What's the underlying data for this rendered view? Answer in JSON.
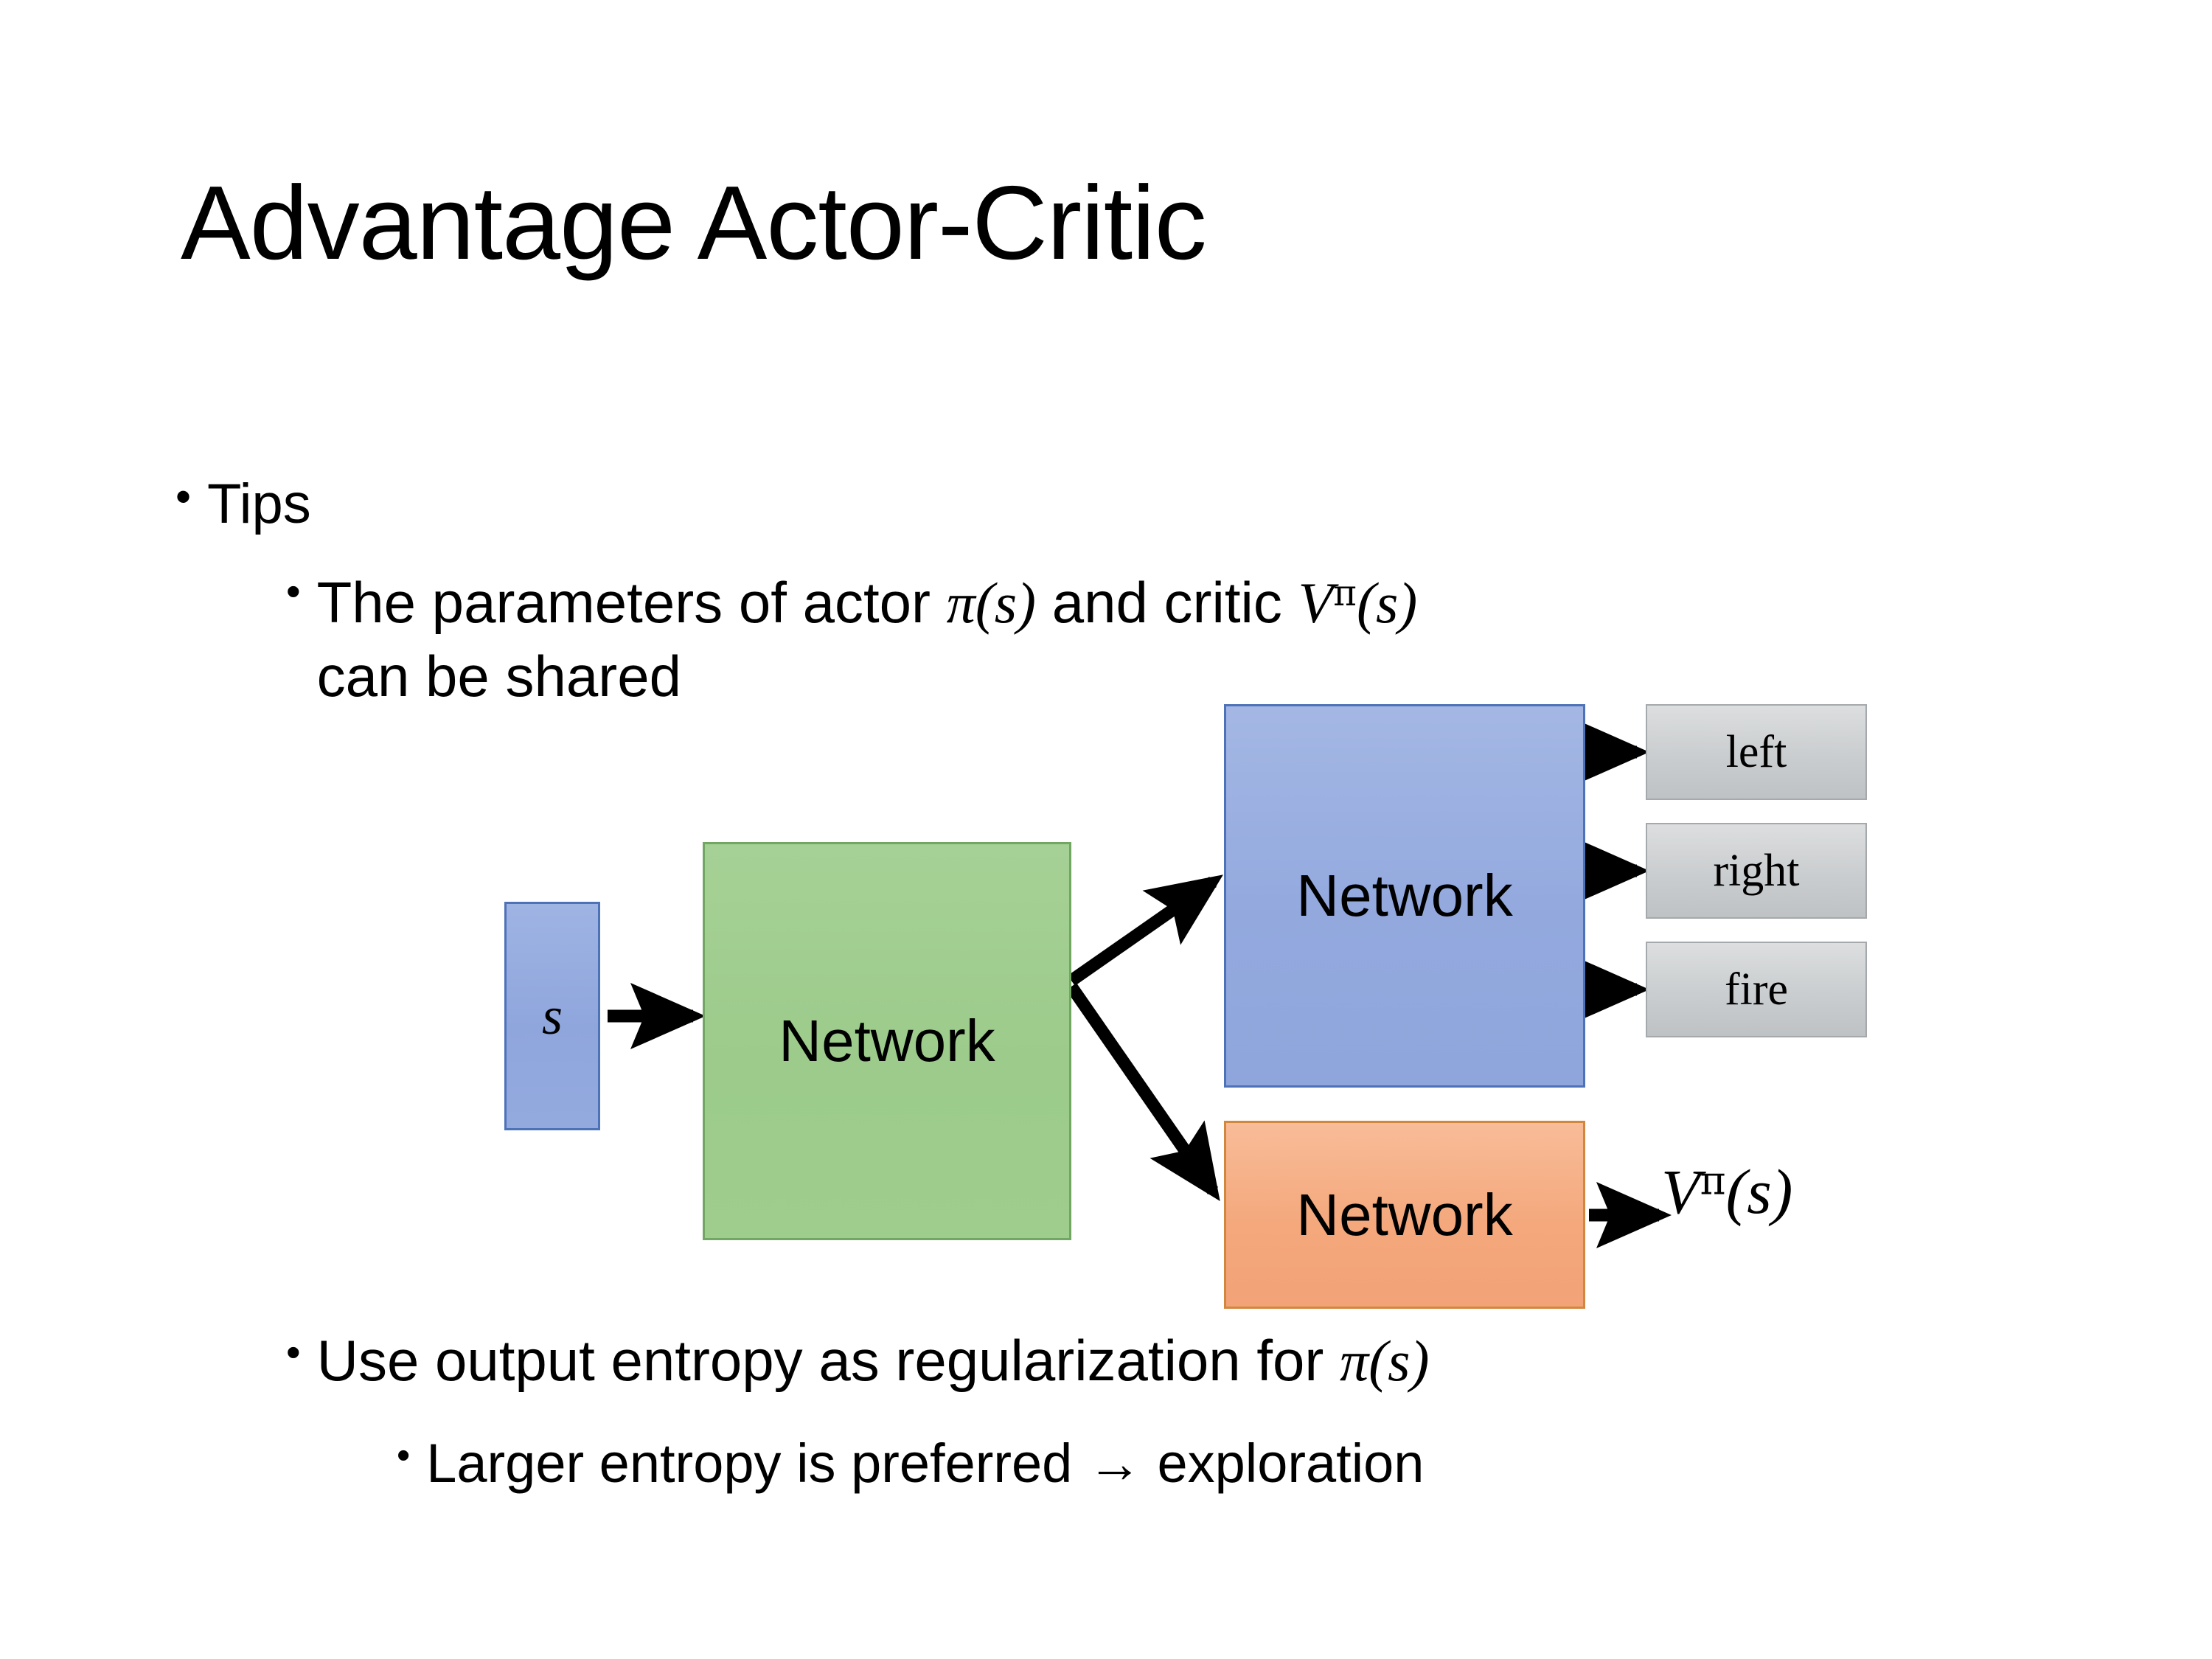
{
  "slide": {
    "title": "Advantage Actor-Critic"
  },
  "bullets": {
    "tips": {
      "marker": "•",
      "text": "Tips"
    },
    "parameters": {
      "marker": "•",
      "text_before": "The parameters of actor ",
      "math_actor": "π(s)",
      "text_middle": "  and critic ",
      "math_critic_base": "V",
      "math_critic_sup": "π",
      "math_critic_arg": "(s)",
      "text_line2": "can be shared"
    },
    "entropy": {
      "marker": "•",
      "text_before": "Use output entropy as regularization for ",
      "math_actor": "π(s)"
    },
    "larger_entropy": {
      "marker": "•",
      "text": "Larger entropy is preferred → exploration"
    }
  },
  "diagram": {
    "state_node": {
      "label": "s"
    },
    "shared_network": {
      "label": "Network"
    },
    "actor_network": {
      "label": "Network"
    },
    "critic_network": {
      "label": "Network"
    },
    "actions": [
      {
        "label": "left"
      },
      {
        "label": "right"
      },
      {
        "label": "fire"
      }
    ],
    "critic_output": {
      "base": "V",
      "superscript": "π",
      "argument": "(s)"
    },
    "colors": {
      "state_fill": "#93AADE",
      "state_border": "#4E72B8",
      "shared_fill": "#9CCB8B",
      "shared_border": "#72A763",
      "actor_fill": "#93A9DE",
      "actor_border": "#4E72B8",
      "critic_fill": "#F4A87C",
      "critic_border": "#D2873F",
      "action_fill": "#CACDCF",
      "action_border": "#A6A9AB",
      "arrow": "#000000",
      "background": "#FFFFFF"
    }
  }
}
